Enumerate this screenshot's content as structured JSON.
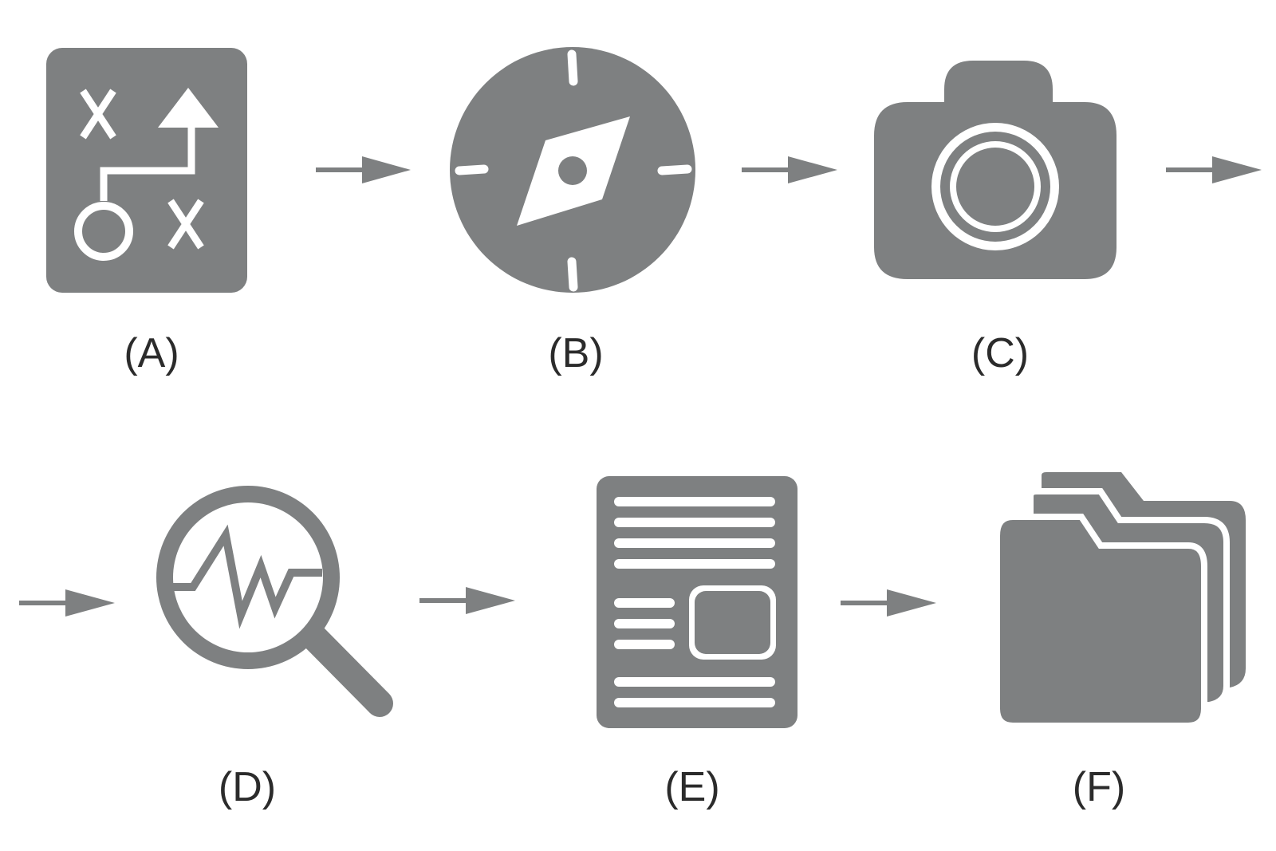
{
  "colors": {
    "icon_fill": "#7e8081",
    "arrow": "#7e8081",
    "label_text": "#2b2b2b",
    "background": "#ffffff"
  },
  "steps": [
    {
      "label": "(A)",
      "icon": "strategy-playbook-icon"
    },
    {
      "label": "(B)",
      "icon": "compass-icon"
    },
    {
      "label": "(C)",
      "icon": "camera-icon"
    },
    {
      "label": "(D)",
      "icon": "magnifier-chart-icon"
    },
    {
      "label": "(E)",
      "icon": "document-layout-icon"
    },
    {
      "label": "(F)",
      "icon": "stacked-folders-icon"
    }
  ]
}
